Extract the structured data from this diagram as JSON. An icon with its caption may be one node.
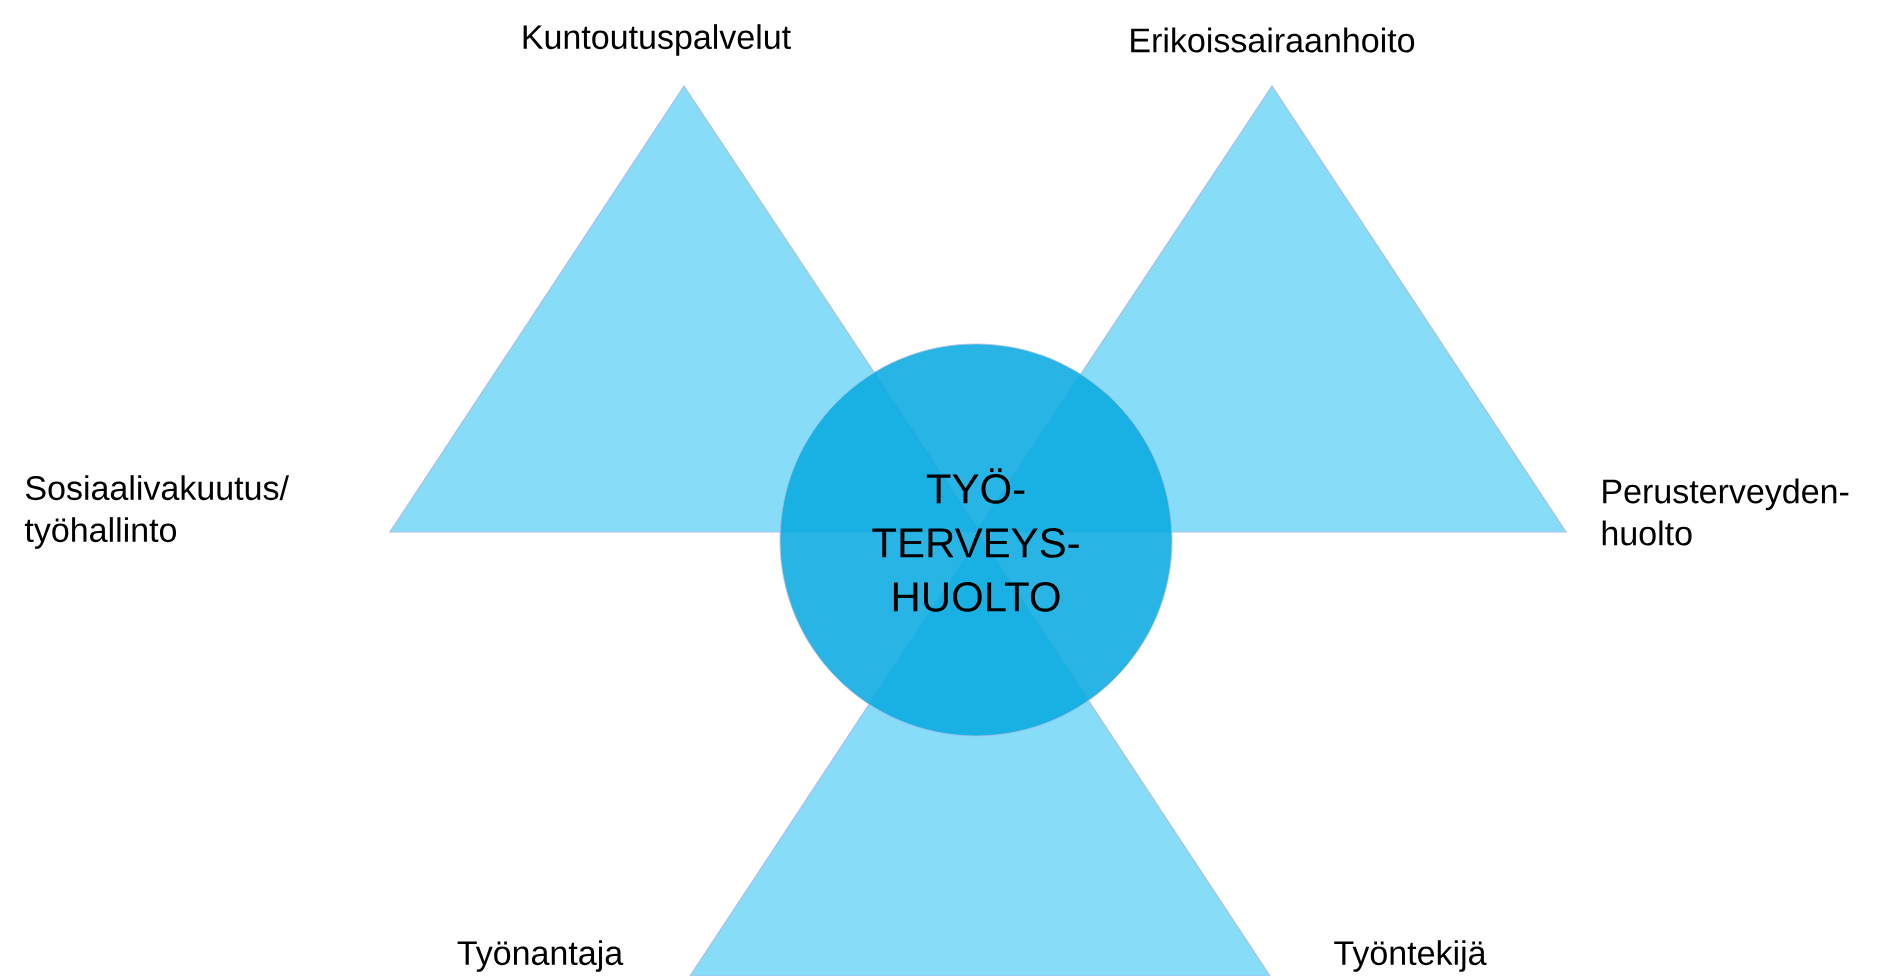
{
  "diagram": {
    "nodes": [
      {
        "text": [],
        "shape": "triangle",
        "beside": [
          "Kuntoutuspalvelut",
          "Sosiaalivakuutus/ työhallinto"
        ]
      },
      {
        "text": [],
        "shape": "triangle",
        "beside": [
          "Erikoissairaanhoito",
          "Perusterveyden- huolto"
        ]
      },
      {
        "text": [],
        "shape": "triangle",
        "beside": [
          "Työnantaja",
          "Työntekijä"
        ]
      },
      {
        "text": [
          "TYÖ- TERVEYS- HUOLTO"
        ]
      }
    ]
  }
}
